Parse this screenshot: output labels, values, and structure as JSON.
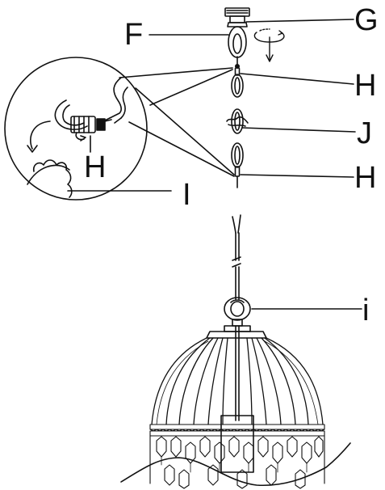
{
  "labels": {
    "F": "F",
    "G": "G",
    "H_top": "H",
    "J": "J",
    "H_bottom": "H",
    "I_detail": "I",
    "H_detail": "H",
    "i_loop": "i"
  },
  "colors": {
    "line": "#111111",
    "background": "#ffffff"
  }
}
